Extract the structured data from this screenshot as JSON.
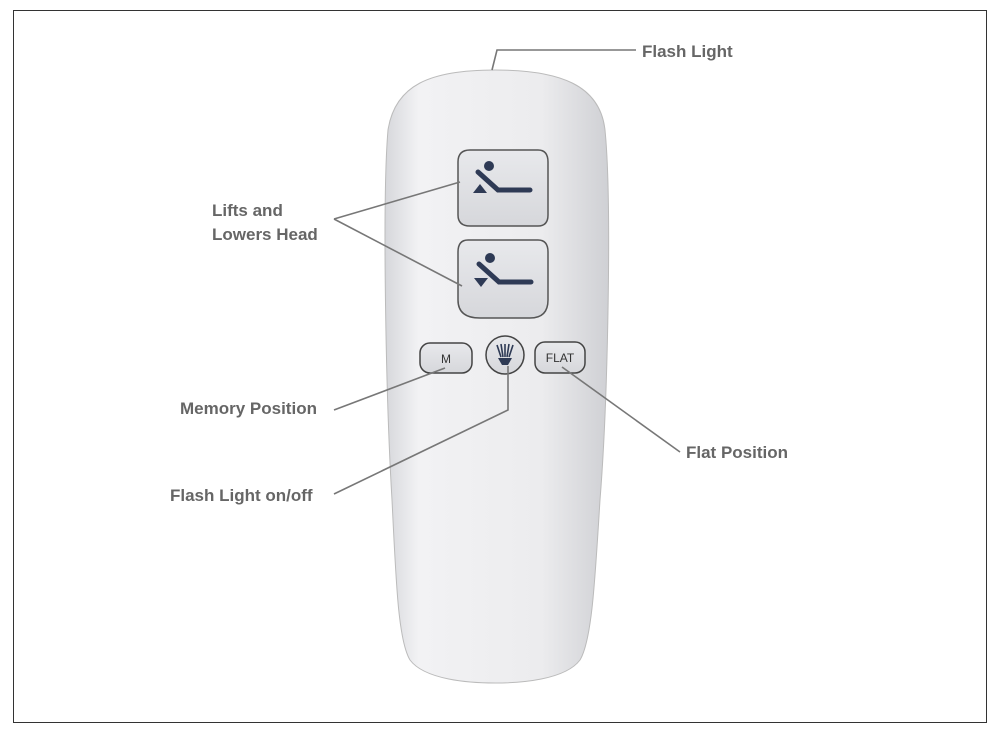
{
  "labels": {
    "flash_light": "Flash Light",
    "lifts_line1": "Lifts and",
    "lifts_line2": "Lowers Head",
    "memory": "Memory Position",
    "flash_toggle": "Flash Light on/off",
    "flat": "Flat Position"
  },
  "buttons": {
    "memory": "M",
    "flat": "FLAT"
  },
  "colors": {
    "label": "#666666",
    "leader": "#777777",
    "icon": "#2e3a55"
  }
}
